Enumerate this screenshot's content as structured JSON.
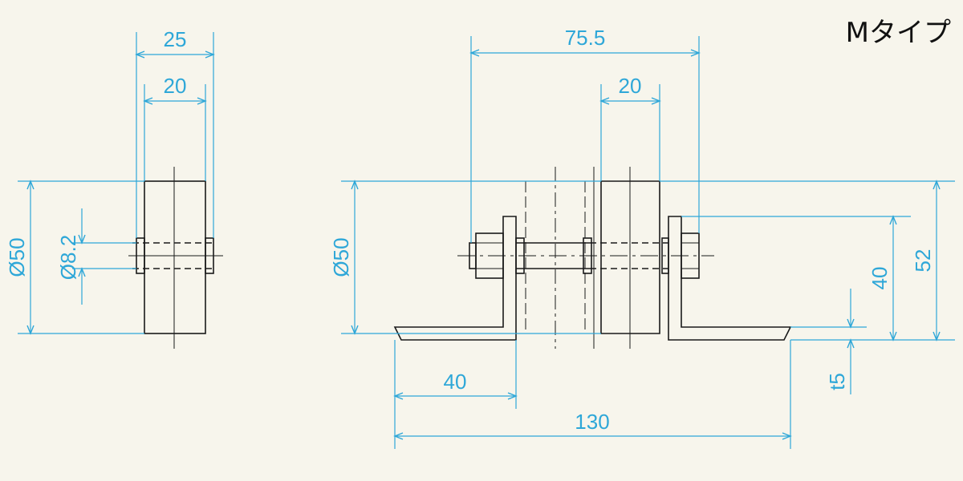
{
  "title": "Mタイプ",
  "colors": {
    "dimension": "#2ea7d8",
    "outline": "#1a1a1a",
    "background": "#f7f5ec"
  },
  "side_view": {
    "dim_width_total": "25",
    "dim_width_wheel": "20",
    "dim_diameter": "Ø50",
    "dim_shaft": "Ø8.2"
  },
  "front_view": {
    "dim_bolt_span": "75.5",
    "dim_wheel_width": "20",
    "dim_diameter": "Ø50",
    "dim_bracket_height": "40",
    "dim_overall_height": "52",
    "dim_thickness": "t5",
    "dim_flange": "40",
    "dim_overall_length": "130"
  }
}
